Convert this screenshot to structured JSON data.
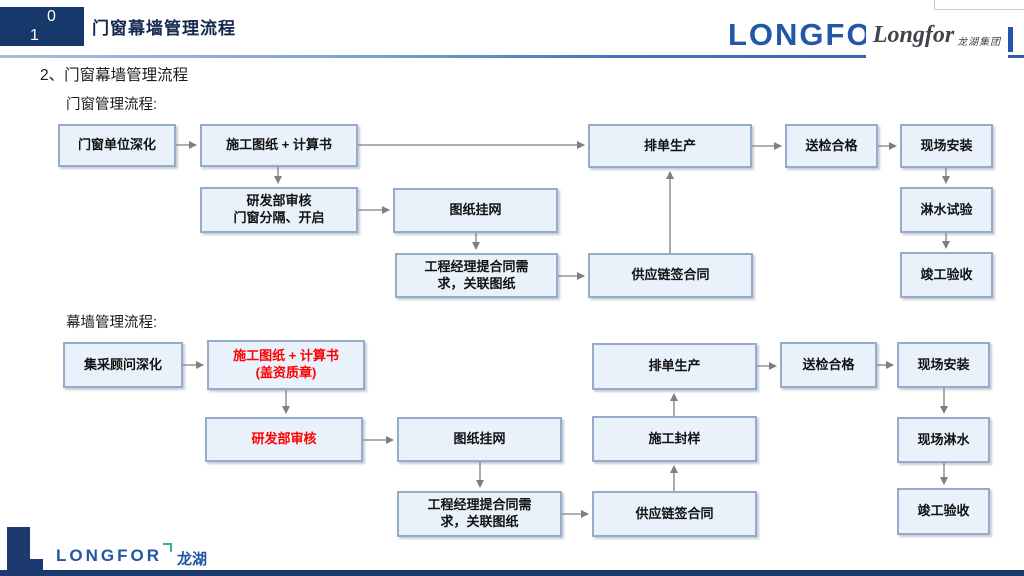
{
  "slide": {
    "header": {
      "page_number": {
        "digit_top": "0",
        "digit_bottom": "1"
      },
      "title": "门窗幕墙管理流程",
      "brand_text": "LONGFOR",
      "watermark": {
        "script": "Longfor",
        "company": "龙湖集团"
      }
    },
    "heading": "2、门窗幕墙管理流程",
    "flow1": {
      "label": "门窗管理流程:",
      "boxes": [
        {
          "label": "门窗单位深化"
        },
        {
          "label": "施工图纸 + 计算书"
        },
        {
          "label": "排单生产"
        },
        {
          "label": "送检合格"
        },
        {
          "label": "现场安装"
        },
        {
          "label": "研发部审核\n门窗分隔、开启"
        },
        {
          "label": "图纸挂网"
        },
        {
          "label": "工程经理提合同需\n求，关联图纸"
        },
        {
          "label": "供应链签合同"
        },
        {
          "label": "淋水试验"
        },
        {
          "label": "竣工验收"
        }
      ]
    },
    "flow2": {
      "label": "幕墙管理流程:",
      "boxes": [
        {
          "label": "集采顾问深化"
        },
        {
          "label": "施工图纸 + 计算书\n(盖资质章)"
        },
        {
          "label": "排单生产"
        },
        {
          "label": "送检合格"
        },
        {
          "label": "现场安装"
        },
        {
          "label": "研发部审核"
        },
        {
          "label": "图纸挂网"
        },
        {
          "label": "施工封样"
        },
        {
          "label": "现场淋水"
        },
        {
          "label": "工程经理提合同需\n求，关联图纸"
        },
        {
          "label": "供应链签合同"
        },
        {
          "label": "竣工验收"
        }
      ]
    },
    "footer": {
      "brand_text": "LONGFOR",
      "brand_cn": "龙湖"
    },
    "colors": {
      "navy": "#1b3a6e",
      "brand_blue": "#2257a8",
      "box_fill": "#e9f1fa",
      "box_border": "#95abc9",
      "red": "#ff0000",
      "arrow_gray": "#7f7f7f",
      "teal": "#35b0a0"
    }
  }
}
